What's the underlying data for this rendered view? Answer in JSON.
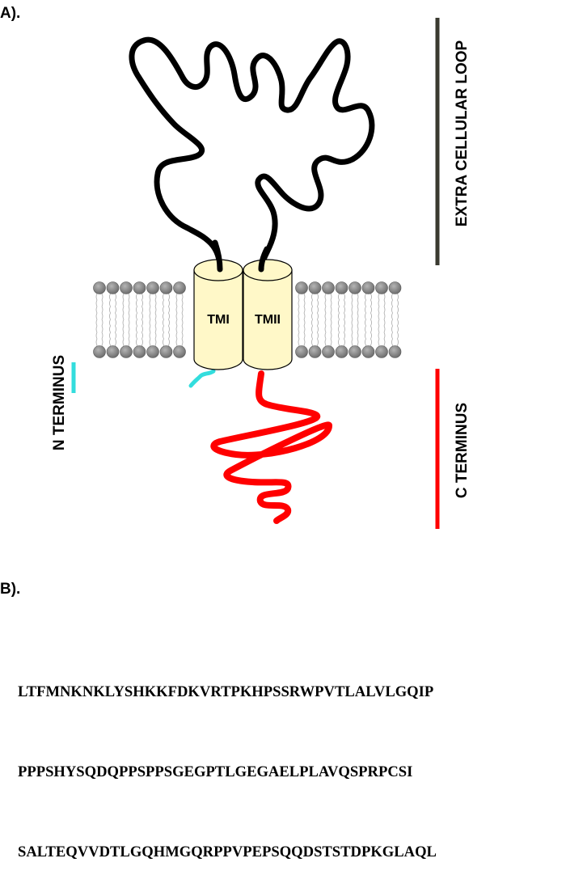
{
  "panel_a": {
    "label": "A).",
    "helices": [
      "TMI",
      "TMII"
    ],
    "region_labels": {
      "extracellular": "EXTRA CELLULAR LOOP",
      "n_terminus": "N TERMINUS",
      "c_terminus": "C TERMINUS"
    },
    "colors": {
      "extracellular_loop": "#000000",
      "extracellular_bar": "#3a3a30",
      "c_terminus": "#ff0000",
      "n_terminus": "#33dddd",
      "helix_fill": "#fff8c8",
      "lipid_head": "#8a8a8a"
    }
  },
  "panel_b": {
    "label": "B).",
    "sequence_lines": [
      "LTFMNKNKLYSHKKFDKVRTPKHPSSRWPVTLALVLGQIP",
      "PPPSHYSQDQPPSPPSGEGPTLGEGAELPLAVQSPRPCSI",
      "SALTEQVVDTLGQHMGQRPPVPEPSQQDSTSTDPKGLAQL"
    ]
  }
}
